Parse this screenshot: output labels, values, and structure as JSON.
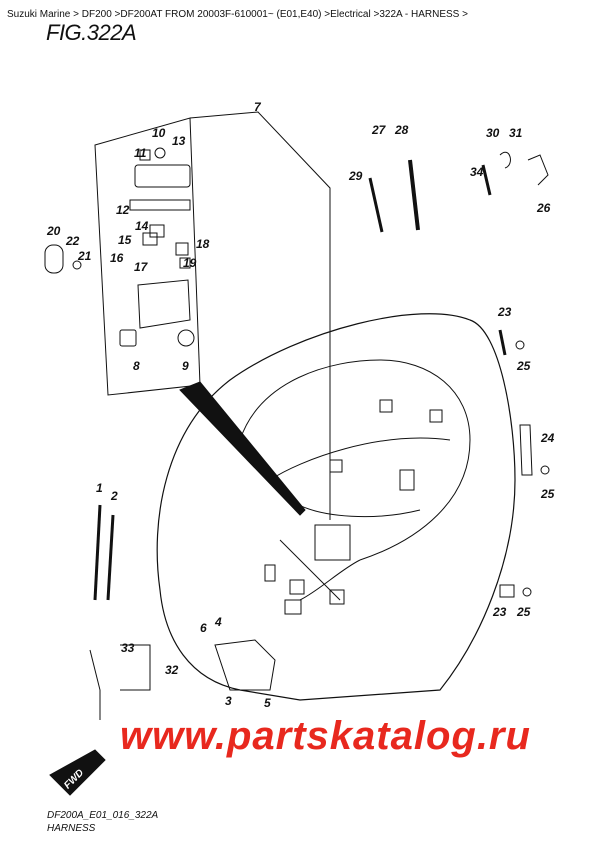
{
  "breadcrumb": "Suzuki Marine > DF200 >DF200AT FROM 20003F-610001~ (E01,E40) >Electrical >322A - HARNESS >",
  "figure_title": "FIG.322A",
  "callouts": [
    "7",
    "10",
    "13",
    "11",
    "12",
    "14",
    "15",
    "18",
    "16",
    "17",
    "19",
    "20",
    "22",
    "21",
    "8",
    "9",
    "27",
    "28",
    "29",
    "30",
    "31",
    "34",
    "26",
    "23",
    "25",
    "24",
    "25",
    "23",
    "25",
    "1",
    "2",
    "33",
    "32",
    "6",
    "4",
    "3",
    "5"
  ],
  "fwd_label": "FWD",
  "watermark": "www.partskatalog.ru",
  "footer": {
    "code": "DF200A_E01_016_322A",
    "name": "HARNESS"
  },
  "colors": {
    "watermark": "#e8281e",
    "lines": "#111111"
  }
}
